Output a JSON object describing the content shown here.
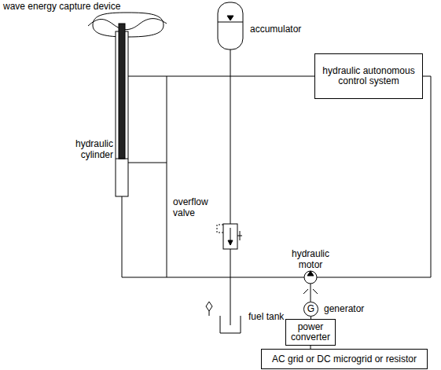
{
  "diagram": {
    "nodes": [
      {
        "text": [
          "hydraulic autonomous control system"
        ]
      },
      {
        "text": [
          "G"
        ]
      },
      {
        "text": [
          "power converter"
        ]
      },
      {
        "text": [
          "AC grid or DC microgrid or resistor"
        ]
      }
    ],
    "edges": [
      {
        "from": 1,
        "to": 2,
        "arrow": "none"
      },
      {
        "from": 2,
        "to": 3,
        "arrow": "none"
      }
    ],
    "labels": [
      "wave energy capture device",
      "accumulator",
      "hydraulic cylinder",
      "overflow valve",
      "hydraulic motor",
      "generator",
      "fuel tank"
    ]
  }
}
